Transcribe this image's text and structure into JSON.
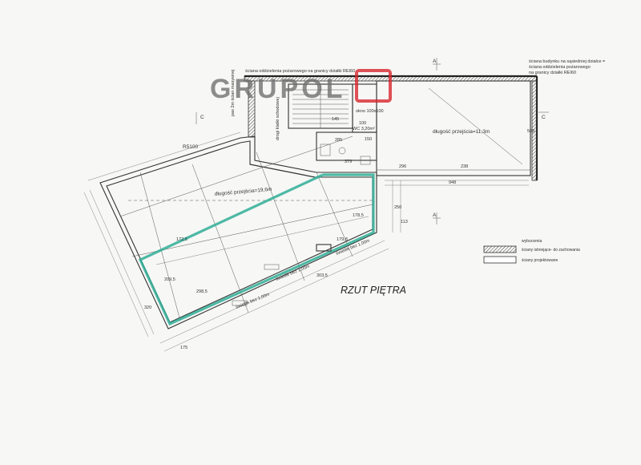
{
  "plan": {
    "title": "RZUT PIĘTRA",
    "watermark": "GRUPOL",
    "note_top_left": "ściana oddzielenia pożarowego na granicy działki REI60",
    "note_top_right_1": "ściana budynku na sąsiedniej działce =",
    "note_top_right_2": "ściana oddzielenia pożarowego",
    "note_top_right_3": "na granicy działki REI60",
    "label_r5100": "R5100",
    "label_length_left": "długość przejścia=19,6m",
    "label_length_right": "długość przejścia=11,3m",
    "label_stairs": "drogi klatki schodowej",
    "label_skylight_1": "okno 100x100",
    "label_wc": "WC 3,20m²",
    "label_window_1": "świetlik bez 1,00m",
    "label_window_2": "świetlik bez 1,00m",
    "label_window_3": "świetlik bez 1,00m",
    "label_pas": "pas 2m ścian masywnej",
    "section_marks": [
      "A",
      "A",
      "C",
      "C"
    ],
    "dimensions": [
      "296",
      "238",
      "948",
      "379",
      "150",
      "285",
      "100",
      "145",
      "178,5",
      "179,8",
      "172,5",
      "209,5",
      "298,5",
      "303,5",
      "175",
      "250",
      "320",
      "503",
      "113"
    ],
    "legend": {
      "title": "wyburzenia",
      "item_existing": "ściany istniejące- do zachowania",
      "item_designed": "ściany projektowane"
    },
    "colors": {
      "teal": "#2fae96",
      "logo_gray": "#6f6f6f",
      "logo_red": "#d8232a"
    }
  }
}
